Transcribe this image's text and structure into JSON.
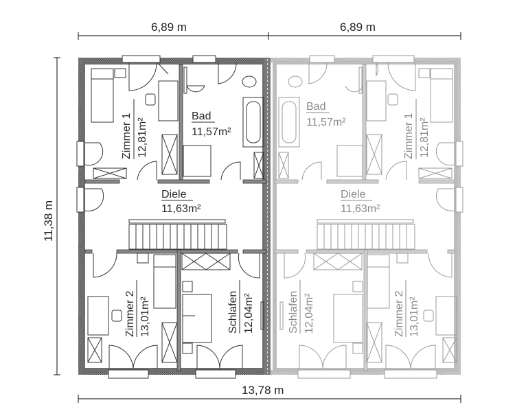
{
  "dimensions": {
    "top_left": "6,89 m",
    "top_right": "6,89 m",
    "left_height": "11,38 m",
    "bottom_total": "13,78 m"
  },
  "units": {
    "left": {
      "rooms": [
        {
          "name": "Zimmer 1",
          "area": "12,81m²"
        },
        {
          "name": "Bad",
          "area": "11,57m²"
        },
        {
          "name": "Diele",
          "area": "11,63m²"
        },
        {
          "name": "Zimmer 2",
          "area": "13,01m²"
        },
        {
          "name": "Schlafen",
          "area": "12,04m²"
        }
      ]
    },
    "right": {
      "rooms": [
        {
          "name": "Bad",
          "area": "11,57m²"
        },
        {
          "name": "Zimmer 1",
          "area": "12,81m²"
        },
        {
          "name": "Diele",
          "area": "11,63m²"
        },
        {
          "name": "Schlafen",
          "area": "12,04m²"
        },
        {
          "name": "Zimmer 2",
          "area": "13,01m²"
        }
      ]
    }
  },
  "colors": {
    "left_wall": "#6e6e6e",
    "right_wall": "#b8b8b8",
    "left_line": "#333333",
    "right_line": "#9a9a9a"
  }
}
